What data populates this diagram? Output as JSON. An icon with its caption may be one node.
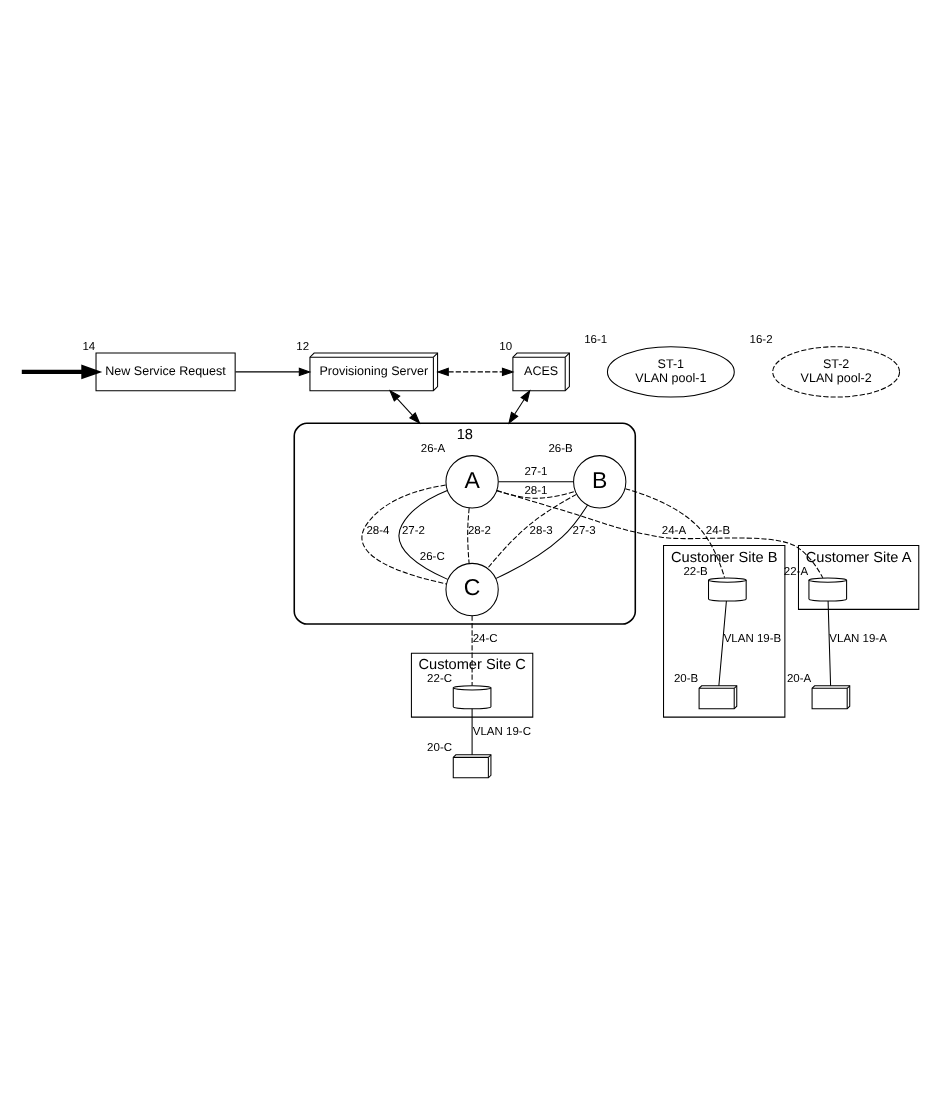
{
  "diagram": {
    "nodes": [
      {
        "text": [
          "New Service Request"
        ],
        "beside": [
          "14"
        ]
      },
      {
        "text": [
          "Provisioning Server"
        ],
        "beside": [
          "12"
        ]
      },
      {
        "text": [
          "ACES"
        ],
        "beside": [
          "10"
        ]
      },
      {
        "text": [
          "ST-1",
          "VLAN pool-1"
        ],
        "beside": [
          "16-1"
        ]
      },
      {
        "text": [
          "ST-2",
          "VLAN pool-2"
        ],
        "beside": [
          "16-2"
        ]
      },
      {
        "text": [],
        "shape": "cloud",
        "beside": [
          "18"
        ]
      },
      {
        "text": [
          "A"
        ],
        "in": 5,
        "beside": [
          "26-A"
        ]
      },
      {
        "text": [
          "B"
        ],
        "in": 5,
        "beside": [
          "26-B"
        ]
      },
      {
        "text": [
          "C"
        ],
        "in": 5,
        "beside": [
          "26-C"
        ]
      },
      {
        "text": [
          "Customer Site A"
        ]
      },
      {
        "text": [],
        "shape": "router",
        "in": 9,
        "beside": [
          "22-A"
        ]
      },
      {
        "text": [],
        "shape": "computer",
        "beside": [
          "20-A"
        ]
      },
      {
        "text": [
          "Customer Site B"
        ]
      },
      {
        "text": [],
        "shape": "router",
        "in": 12,
        "beside": [
          "22-B"
        ]
      },
      {
        "text": [],
        "shape": "computer",
        "in": 12,
        "beside": [
          "20-B"
        ]
      },
      {
        "text": [
          "Customer Site C"
        ]
      },
      {
        "text": [],
        "shape": "router",
        "in": 15,
        "beside": [
          "22-C"
        ]
      },
      {
        "text": [],
        "shape": "computer",
        "beside": [
          "20-C"
        ]
      }
    ],
    "edges": [
      {
        "from": null,
        "to": 0,
        "arrow": "to",
        "style": "thick"
      },
      {
        "from": 0,
        "to": 1,
        "arrow": "to"
      },
      {
        "from": 1,
        "to": 2,
        "arrow": "both",
        "style": "dashed"
      },
      {
        "from": 1,
        "to": 5,
        "arrow": "both"
      },
      {
        "from": 2,
        "to": 5,
        "arrow": "both"
      },
      {
        "from": 6,
        "to": 7,
        "arrow": "none",
        "label": "27-1"
      },
      {
        "from": 6,
        "to": 7,
        "arrow": "none",
        "label": "28-1",
        "style": "dashed"
      },
      {
        "from": 6,
        "to": 8,
        "arrow": "none",
        "label": "27-2"
      },
      {
        "from": 6,
        "to": 8,
        "arrow": "none",
        "label": "28-2",
        "style": "dashed"
      },
      {
        "from": 6,
        "to": 8,
        "arrow": "none",
        "label": "28-4",
        "style": "dashed"
      },
      {
        "from": 7,
        "to": 8,
        "arrow": "none",
        "label": "27-3"
      },
      {
        "from": 7,
        "to": 8,
        "arrow": "none",
        "label": "28-3",
        "style": "dashed"
      },
      {
        "from": 6,
        "to": 10,
        "arrow": "none",
        "label": "24-A",
        "style": "dashed"
      },
      {
        "from": 7,
        "to": 13,
        "arrow": "none",
        "label": "24-B",
        "style": "dashed"
      },
      {
        "from": 8,
        "to": 16,
        "arrow": "none",
        "label": "24-C",
        "style": "dashed"
      },
      {
        "from": 10,
        "to": 11,
        "arrow": "none",
        "label": "VLAN 19-A"
      },
      {
        "from": 13,
        "to": 14,
        "arrow": "none",
        "label": "VLAN 19-B"
      },
      {
        "from": 16,
        "to": 17,
        "arrow": "none",
        "label": "VLAN 19-C"
      }
    ]
  }
}
